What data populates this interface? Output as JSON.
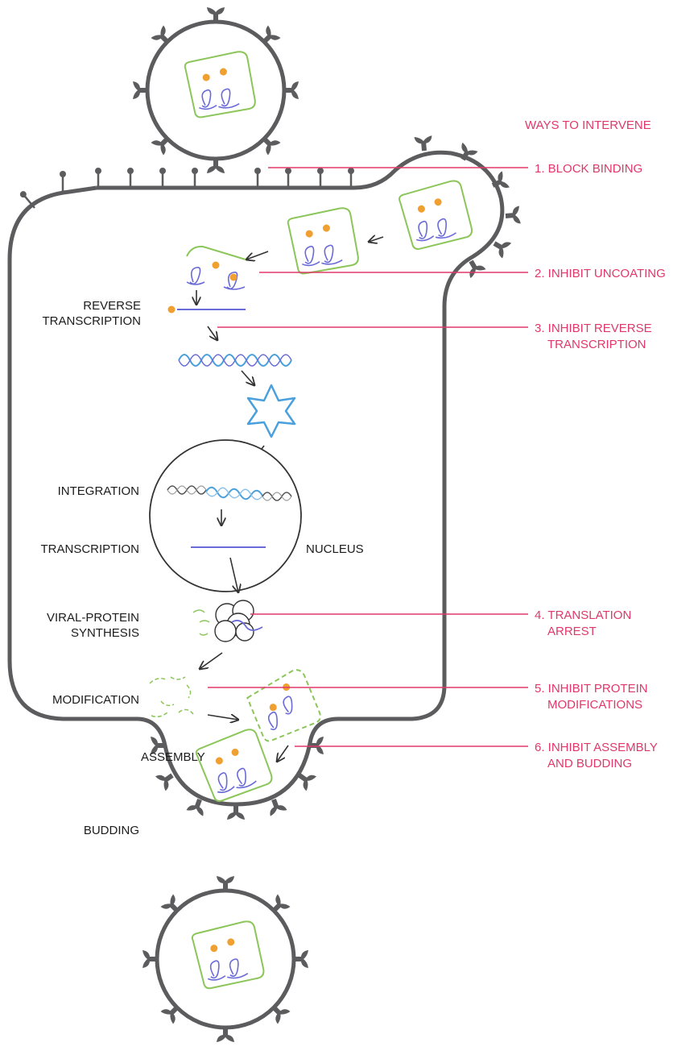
{
  "colors": {
    "intervention": "#e0386a",
    "membrane": "#5c5c5e",
    "capsid": "#8cc65a",
    "rna": "#6a6ad8",
    "dna": "#4aa0dc",
    "enzyme": "#f0a030"
  },
  "interventions": {
    "heading": "WAYS TO INTERVENE",
    "steps": [
      {
        "lines": [
          "1. BLOCK BINDING"
        ]
      },
      {
        "lines": [
          "2. INHIBIT UNCOATING"
        ]
      },
      {
        "lines": [
          "3. INHIBIT REVERSE",
          "TRANSCRIPTION"
        ]
      },
      {
        "lines": [
          "4. TRANSLATION",
          "ARREST"
        ]
      },
      {
        "lines": [
          "5. INHIBIT PROTEIN",
          "MODIFICATIONS"
        ]
      },
      {
        "lines": [
          "6. INHIBIT ASSEMBLY",
          "AND BUDDING"
        ]
      }
    ]
  },
  "stages": {
    "reverse_transcription": [
      "REVERSE",
      "TRANSCRIPTION"
    ],
    "integration": "INTEGRATION",
    "transcription": "TRANSCRIPTION",
    "nucleus": "NUCLEUS",
    "viral_protein_synthesis": [
      "VIRAL-PROTEIN",
      "SYNTHESIS"
    ],
    "modification": "MODIFICATION",
    "assembly": "ASSEMBLY",
    "budding": "BUDDING"
  }
}
